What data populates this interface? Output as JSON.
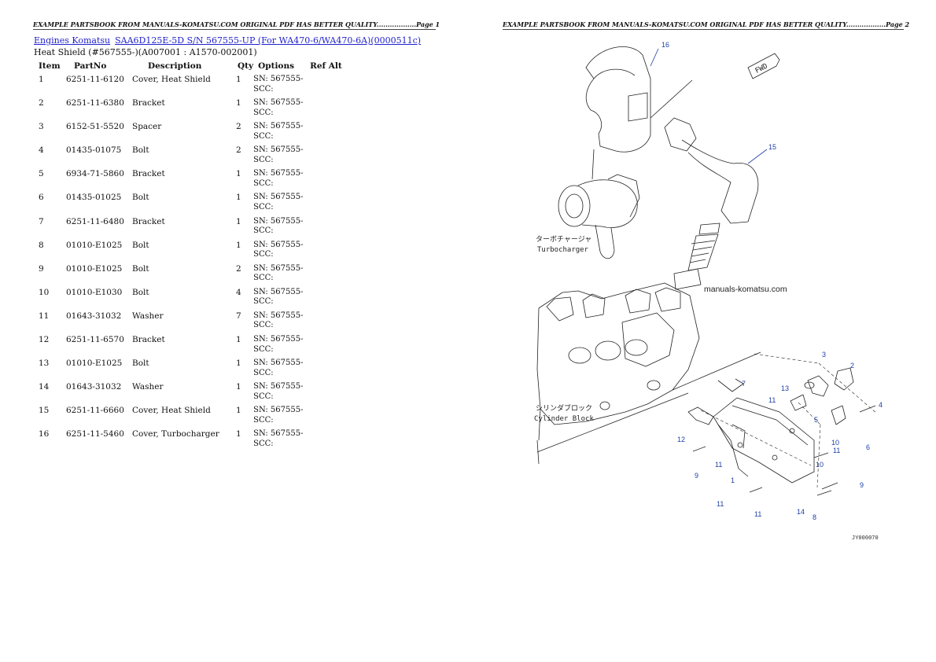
{
  "pages": {
    "left": {
      "header": "EXAMPLE PARTSBOOK FROM MANUALS-KOMATSU.COM ORIGINAL PDF HAS BETTER QUALITY..................Page 1"
    },
    "right": {
      "header": "EXAMPLE PARTSBOOK FROM MANUALS-KOMATSU.COM ORIGINAL PDF HAS BETTER QUALITY..................Page 2"
    }
  },
  "breadcrumb": {
    "link1": "Engines Komatsu",
    "link2": "SAA6D125E-5D S/N 567555-UP (For WA470-6/WA470-6A)(0000511c)"
  },
  "subtitle": "Heat Shield (#567555-)(A007001 : A1570-002001)",
  "table": {
    "headers": {
      "item": "Item",
      "part": "PartNo",
      "desc": "Description",
      "qty": "Qty",
      "opt": "Options",
      "ref": "Ref Alt"
    },
    "rows": [
      {
        "item": "1",
        "part": "6251-11-6120",
        "desc": "Cover, Heat Shield",
        "qty": "1",
        "opt1": "SN: 567555-",
        "opt2": "SCC:",
        "ref": ""
      },
      {
        "item": "2",
        "part": "6251-11-6380",
        "desc": "Bracket",
        "qty": "1",
        "opt1": "SN: 567555-",
        "opt2": "SCC:",
        "ref": ""
      },
      {
        "item": "3",
        "part": "6152-51-5520",
        "desc": "Spacer",
        "qty": "2",
        "opt1": "SN: 567555-",
        "opt2": "SCC:",
        "ref": ""
      },
      {
        "item": "4",
        "part": "01435-01075",
        "desc": "Bolt",
        "qty": "2",
        "opt1": "SN: 567555-",
        "opt2": "SCC:",
        "ref": ""
      },
      {
        "item": "5",
        "part": "6934-71-5860",
        "desc": "Bracket",
        "qty": "1",
        "opt1": "SN: 567555-",
        "opt2": "SCC:",
        "ref": ""
      },
      {
        "item": "6",
        "part": "01435-01025",
        "desc": "Bolt",
        "qty": "1",
        "opt1": "SN: 567555-",
        "opt2": "SCC:",
        "ref": ""
      },
      {
        "item": "7",
        "part": "6251-11-6480",
        "desc": "Bracket",
        "qty": "1",
        "opt1": "SN: 567555-",
        "opt2": "SCC:",
        "ref": ""
      },
      {
        "item": "8",
        "part": "01010-E1025",
        "desc": "Bolt",
        "qty": "1",
        "opt1": "SN: 567555-",
        "opt2": "SCC:",
        "ref": ""
      },
      {
        "item": "9",
        "part": "01010-E1025",
        "desc": "Bolt",
        "qty": "2",
        "opt1": "SN: 567555-",
        "opt2": "SCC:",
        "ref": ""
      },
      {
        "item": "10",
        "part": "01010-E1030",
        "desc": "Bolt",
        "qty": "4",
        "opt1": "SN: 567555-",
        "opt2": "SCC:",
        "ref": ""
      },
      {
        "item": "11",
        "part": "01643-31032",
        "desc": "Washer",
        "qty": "7",
        "opt1": "SN: 567555-",
        "opt2": "SCC:",
        "ref": ""
      },
      {
        "item": "12",
        "part": "6251-11-6570",
        "desc": "Bracket",
        "qty": "1",
        "opt1": "SN: 567555-",
        "opt2": "SCC:",
        "ref": ""
      },
      {
        "item": "13",
        "part": "01010-E1025",
        "desc": "Bolt",
        "qty": "1",
        "opt1": "SN: 567555-",
        "opt2": "SCC:",
        "ref": ""
      },
      {
        "item": "14",
        "part": "01643-31032",
        "desc": "Washer",
        "qty": "1",
        "opt1": "SN: 567555-",
        "opt2": "SCC:",
        "ref": ""
      },
      {
        "item": "15",
        "part": "6251-11-6660",
        "desc": "Cover, Heat Shield",
        "qty": "1",
        "opt1": "SN: 567555-",
        "opt2": "SCC:",
        "ref": ""
      },
      {
        "item": "16",
        "part": "6251-11-5460",
        "desc": "Cover, Turbocharger",
        "qty": "1",
        "opt1": "SN: 567555-",
        "opt2": "SCC:",
        "ref": ""
      }
    ]
  },
  "diagram": {
    "callouts": [
      "16",
      "15",
      "3",
      "2",
      "13",
      "11",
      "7",
      "5",
      "4",
      "6",
      "12",
      "11",
      "1",
      "9",
      "11",
      "10",
      "11",
      "10",
      "9",
      "11",
      "14",
      "8"
    ],
    "fwd_label": "FWD",
    "turbo_jp": "ターボチャージャ",
    "turbo_en": "Turbocharger",
    "cyl_jp": "シリンダブロック",
    "cyl_en": "Cylinder Block",
    "watermark": "manuals-komatsu.com",
    "drawing_code": "JY000070"
  }
}
